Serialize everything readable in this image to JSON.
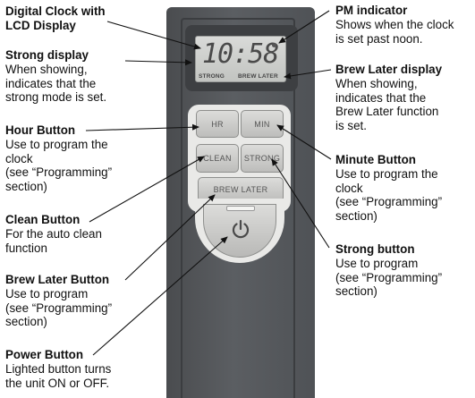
{
  "labels": {
    "digital_clock": {
      "title_line1": "Digital Clock with",
      "title_line2": "LCD Display"
    },
    "strong_display": {
      "title": "Strong display",
      "desc1": "When showing,",
      "desc2": "indicates that the",
      "desc3": "strong mode is set."
    },
    "hour_button": {
      "title": "Hour Button",
      "desc1": "Use to program the",
      "desc2": "clock",
      "desc3": "(see “Programming”",
      "desc4": "section)"
    },
    "clean_button": {
      "title": "Clean Button",
      "desc1": "For the auto clean",
      "desc2": "function"
    },
    "brew_later_button": {
      "title": "Brew Later Button",
      "desc1": "Use to program",
      "desc2": "(see “Programming”",
      "desc3": "section)"
    },
    "power_button": {
      "title": "Power Button",
      "desc1": "Lighted button turns",
      "desc2": "the unit ON or OFF."
    },
    "pm_indicator": {
      "title": "PM indicator",
      "desc1": "Shows when the clock",
      "desc2": "is set past noon."
    },
    "brew_later_display": {
      "title": "Brew Later display",
      "desc1": "When showing,",
      "desc2": "indicates that the",
      "desc3": "Brew Later function",
      "desc4": "is set."
    },
    "minute_button": {
      "title": "Minute Button",
      "desc1": "Use to program the",
      "desc2": "clock",
      "desc3": "(see “Programming”",
      "desc4": "section)"
    },
    "strong_button": {
      "title": "Strong button",
      "desc1": "Use to program",
      "desc2": "(see “Programming”",
      "desc3": "section)"
    }
  },
  "device": {
    "time": "10:58",
    "lcd_strong": "STRONG",
    "lcd_brew_later": "BREW LATER",
    "btn_hr": "HR",
    "btn_min": "MIN",
    "btn_clean": "CLEAN",
    "btn_strong": "STRONG",
    "btn_brew_later": "BREW LATER",
    "power_icon": "power-icon"
  },
  "colors": {
    "panel": "#55585c",
    "button_face": "#d0d0ce",
    "text": "#111111"
  }
}
